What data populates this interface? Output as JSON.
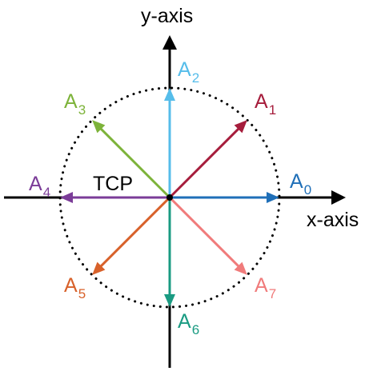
{
  "diagram": {
    "axes": {
      "x_label": "x-axis",
      "y_label": "y-axis"
    },
    "center_label": "TCP",
    "circle": {
      "style": "dotted",
      "color": "#000000"
    },
    "vectors": [
      {
        "name": "A",
        "sub": "0",
        "angle_deg": 0,
        "color": "#1f6fb8"
      },
      {
        "name": "A",
        "sub": "1",
        "angle_deg": 45,
        "color": "#a61d3c"
      },
      {
        "name": "A",
        "sub": "2",
        "angle_deg": 90,
        "color": "#56bdea"
      },
      {
        "name": "A",
        "sub": "3",
        "angle_deg": 135,
        "color": "#7db33a"
      },
      {
        "name": "A",
        "sub": "4",
        "angle_deg": 180,
        "color": "#7b3c98"
      },
      {
        "name": "A",
        "sub": "5",
        "angle_deg": 225,
        "color": "#d8612a"
      },
      {
        "name": "A",
        "sub": "6",
        "angle_deg": 270,
        "color": "#1a9b82"
      },
      {
        "name": "A",
        "sub": "7",
        "angle_deg": 315,
        "color": "#f07b7b"
      }
    ]
  }
}
